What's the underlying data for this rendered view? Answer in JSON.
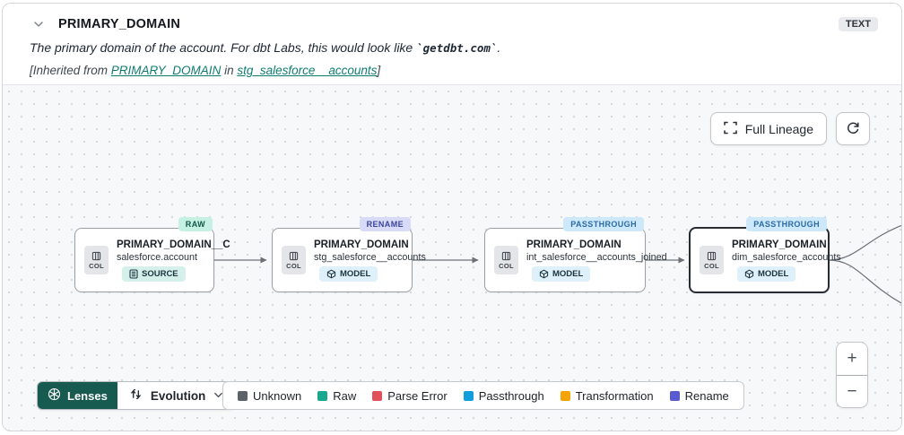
{
  "header": {
    "title": "PRIMARY_DOMAIN",
    "type_badge": "TEXT",
    "description_prefix": "The primary domain of the account. For dbt Labs, this would look like ",
    "description_code": "`getdbt.com`",
    "description_suffix": ".",
    "inherited_prefix": "[Inherited from ",
    "inherited_column_link": "PRIMARY_DOMAIN",
    "inherited_middle": " in ",
    "inherited_model_link": "stg_salesforce__accounts",
    "inherited_suffix": "]"
  },
  "toolbar": {
    "full_lineage_label": "Full Lineage"
  },
  "nodes": [
    {
      "title": "PRIMARY_DOMAIN__C",
      "subtitle": "salesforce.account",
      "resource_type": "SOURCE",
      "evolution": "RAW",
      "col_label": "COL",
      "selected": false
    },
    {
      "title": "PRIMARY_DOMAIN",
      "subtitle": "stg_salesforce__accounts",
      "resource_type": "MODEL",
      "evolution": "RENAME",
      "col_label": "COL",
      "selected": false
    },
    {
      "title": "PRIMARY_DOMAIN",
      "subtitle": "int_salesforce__accounts_joined",
      "resource_type": "MODEL",
      "evolution": "PASSTHROUGH",
      "col_label": "COL",
      "selected": false
    },
    {
      "title": "PRIMARY_DOMAIN",
      "subtitle": "dim_salesforce_accounts",
      "resource_type": "MODEL",
      "evolution": "PASSTHROUGH",
      "col_label": "COL",
      "selected": true
    }
  ],
  "lenses": {
    "label": "Lenses",
    "selected_lens": "Evolution"
  },
  "legend": {
    "items": [
      {
        "label": "Unknown",
        "color": "#5d6268"
      },
      {
        "label": "Raw",
        "color": "#18a88e"
      },
      {
        "label": "Parse Error",
        "color": "#e04f5a"
      },
      {
        "label": "Passthrough",
        "color": "#129edb"
      },
      {
        "label": "Transformation",
        "color": "#f5a302"
      },
      {
        "label": "Rename",
        "color": "#5a5ad1"
      }
    ]
  },
  "zoom_controls": {
    "zoom_in": "+",
    "zoom_out": "−"
  },
  "colors": {
    "accent_teal_link": "#0e7d6f",
    "lenses_green": "#175a50",
    "evo_raw_bg": "#c6f1e2",
    "evo_rename_bg": "#d7dbf8",
    "evo_passthrough_bg": "#cde8f9",
    "edge": "#6b7077"
  }
}
